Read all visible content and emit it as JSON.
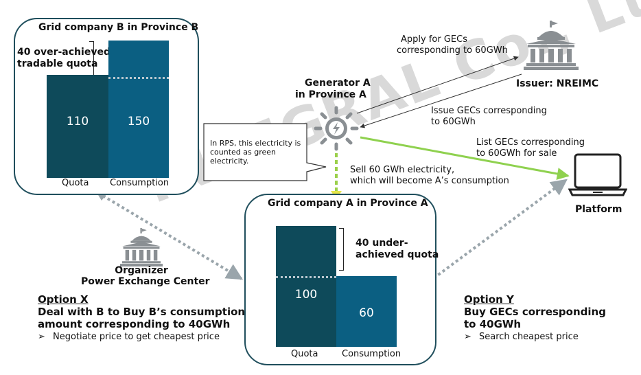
{
  "grid_b": {
    "title": "Grid company B in Province B",
    "bracket_label_1": "40 over-achieved",
    "bracket_label_2": "tradable quota",
    "quota_value": "110",
    "consumption_value": "150",
    "axis_quota": "Quota",
    "axis_consumption": "Consumption"
  },
  "grid_a": {
    "title": "Grid company A in Province A",
    "bracket_label_1": "40 under-",
    "bracket_label_2": "achieved quota",
    "quota_value": "100",
    "consumption_value": "60",
    "axis_quota": "Quota",
    "axis_consumption": "Consumption"
  },
  "generator": {
    "label_1": "Generator A",
    "label_2": "in Province A"
  },
  "callout": {
    "line_1": "In RPS, this electricity is",
    "line_2": "counted as green",
    "line_3": "electricity."
  },
  "issuer": {
    "label": "Issuer: NREIMC"
  },
  "platform": {
    "label": "Platform"
  },
  "organizer": {
    "label_1": "Organizer",
    "label_2": "Power Exchange Center"
  },
  "flows": {
    "apply_1": "Apply for GECs",
    "apply_2": "corresponding to 60GWh",
    "issue_1": "Issue GECs corresponding",
    "issue_2": "to 60GWh",
    "list_1": "List GECs corresponding",
    "list_2": "to 60GWh for sale",
    "sell_1": "Sell 60 GWh electricity,",
    "sell_2": "which will become A’s consumption"
  },
  "option_x": {
    "heading": "Option X",
    "line_1": "Deal with B to Buy B’s consumption",
    "line_2": "amount corresponding to 40GWh",
    "bullet": "Negotiate price to get cheapest price"
  },
  "option_y": {
    "heading": "Option Y",
    "line_1": "Buy GECs corresponding",
    "line_2": "to 40GWh",
    "bullet": "Search cheapest price"
  },
  "bullet_glyph": "➢",
  "watermark": "INTEGRAL Co., Ltd",
  "colors": {
    "bar_dark": "#0e4a5a",
    "bar_mid": "#0b5f82",
    "green_arrow": "#8fd14f",
    "dotted_grey": "#9aa5ab"
  }
}
